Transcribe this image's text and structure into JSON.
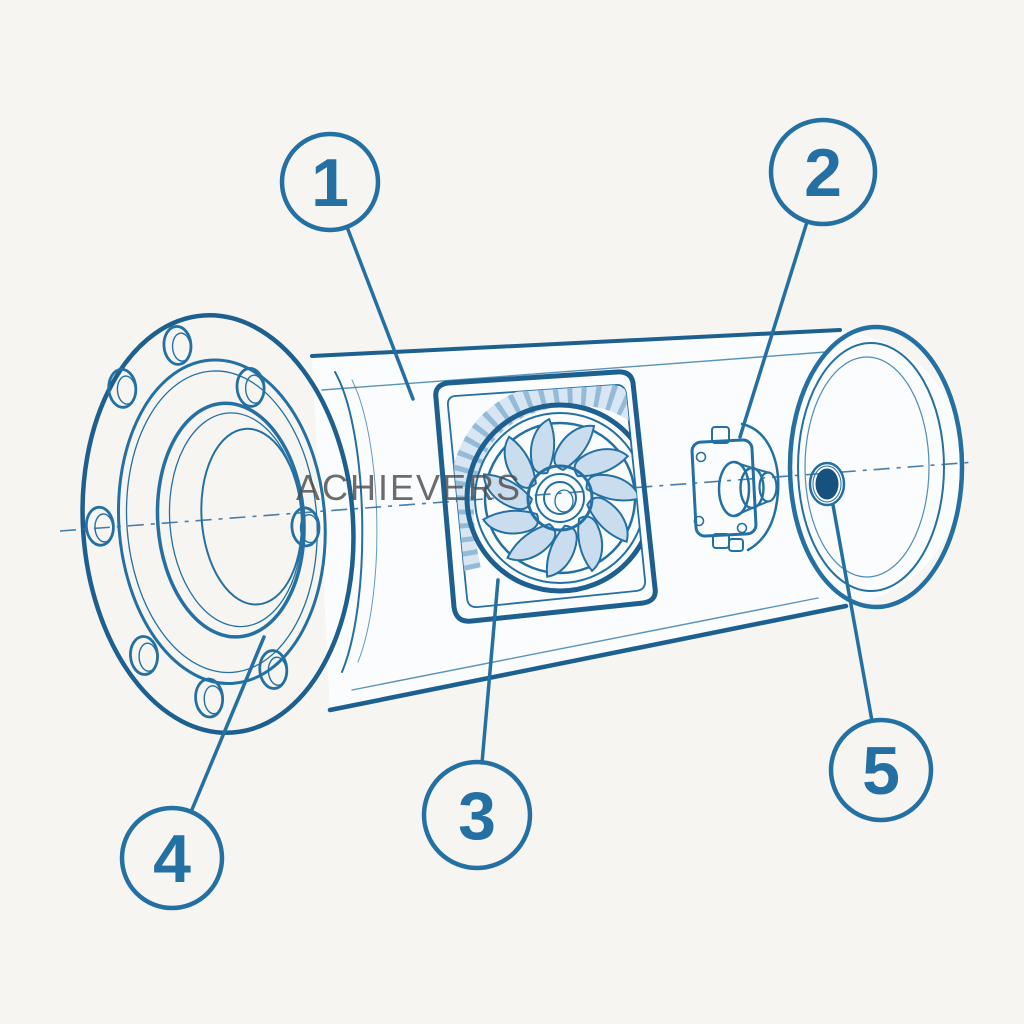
{
  "watermark": {
    "text": "ACHIEVERS"
  },
  "callouts": [
    {
      "number": "1"
    },
    {
      "number": "2"
    },
    {
      "number": "3"
    },
    {
      "number": "4"
    },
    {
      "number": "5"
    }
  ],
  "theme": {
    "background": "#f6f5f1",
    "line": "#2470a3",
    "line_dark": "#1d5f8e",
    "fill_body": "#fbfcfe",
    "fill_light": "#eaf2f9",
    "fill_mid": "#c9ddef",
    "band": "#88b1d2",
    "band_bg": "#d7e6f2",
    "navy": "#17517e",
    "watermark": "#4d4d4d"
  }
}
